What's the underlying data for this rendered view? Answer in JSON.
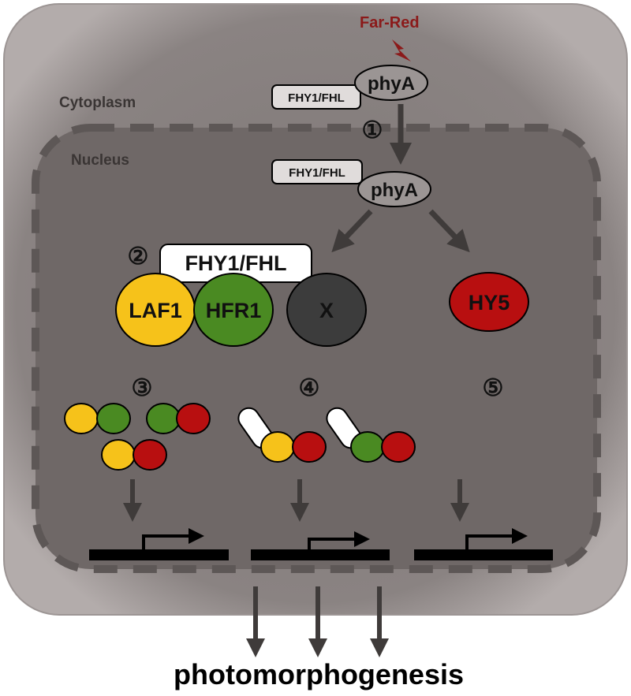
{
  "light": {
    "label": "Far-Red",
    "color": "#8b1a1a"
  },
  "compartments": {
    "cytoplasm": "Cytoplasm",
    "nucleus": "Nucleus"
  },
  "cytoplasm_complex": {
    "partner": "FHY1/FHL",
    "receptor": "phyA"
  },
  "nuclear_complex": {
    "partner": "FHY1/FHL",
    "receptor": "phyA"
  },
  "steps": [
    "①",
    "②",
    "③",
    "④",
    "⑤"
  ],
  "complex_label": "FHY1/FHL",
  "factors": [
    {
      "label": "LAF1",
      "color": "#f6c21a"
    },
    {
      "label": "HFR1",
      "color": "#4a8a22"
    },
    {
      "label": "X",
      "color": "#3c3c3c"
    },
    {
      "label": "HY5",
      "color": "#b80f10"
    }
  ],
  "output": "photomorphogenesis",
  "colors": {
    "cell_background": "#8c8482",
    "nucleus_background": "#6f6867",
    "membrane_dash": "#5d5756",
    "arrow": "#3f3b3a",
    "gene": "#000000"
  }
}
